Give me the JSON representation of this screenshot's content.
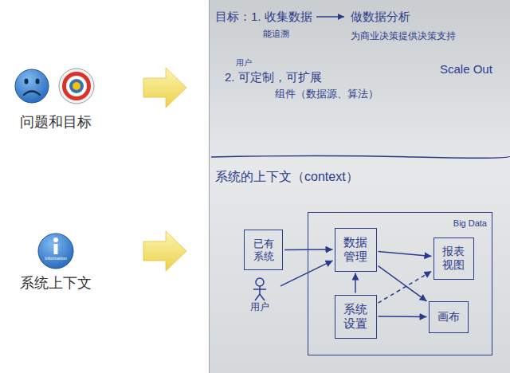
{
  "diagram": {
    "nodes": [
      {
        "text": [
          "已有系统"
        ]
      },
      {
        "text": [
          "用户"
        ]
      },
      {
        "text": [
          "Big Data"
        ]
      },
      {
        "text": [
          "数据管理"
        ],
        "in": 2
      },
      {
        "text": [
          "报表视图"
        ],
        "in": 2
      },
      {
        "text": [
          "系统设置"
        ],
        "in": 2
      },
      {
        "text": [
          "画布"
        ],
        "in": 2
      }
    ],
    "edges": [
      {
        "from": 0,
        "to": 3,
        "arrow": "to"
      },
      {
        "from": 1,
        "to": 3,
        "arrow": "to"
      },
      {
        "from": 3,
        "to": 4,
        "arrow": "to"
      },
      {
        "from": 3,
        "to": 6,
        "arrow": "to"
      },
      {
        "from": 5,
        "to": 3,
        "arrow": "to"
      },
      {
        "from": 5,
        "to": 4,
        "arrow": "to"
      },
      {
        "from": 5,
        "to": 6,
        "arrow": "to"
      }
    ],
    "labels": [
      "问题和目标",
      "Information",
      "系统上下文",
      "目标：1. 收集数据",
      "能追溯",
      "做数据分析",
      "为商业决策提供决策支持",
      "用户",
      "2. 可定制，可扩展",
      "组件（数据源、算法）",
      "Scale Out",
      "系统的上下文（context）"
    ]
  }
}
